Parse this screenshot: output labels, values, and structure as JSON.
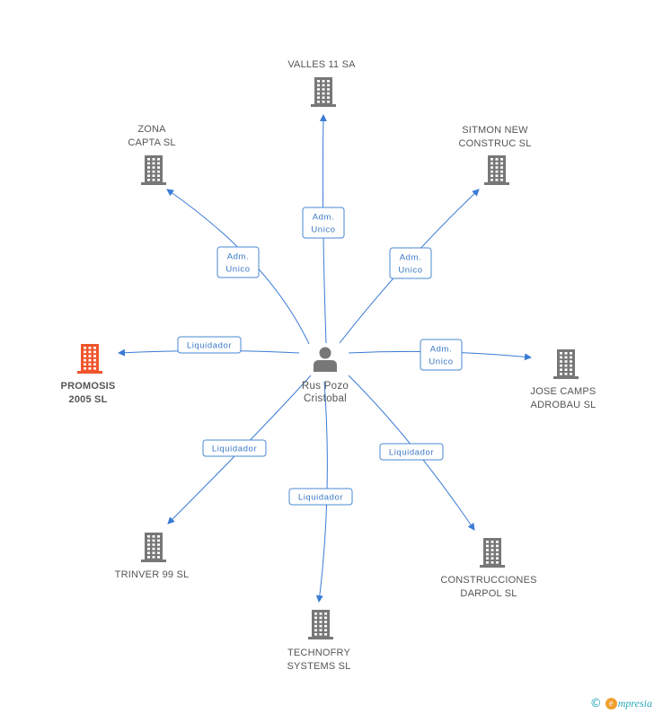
{
  "center": {
    "name_lines": [
      "Rus Pozo",
      "Cristobal"
    ],
    "icon": "person-icon",
    "color": "#777777"
  },
  "nodes": [
    {
      "id": "valles",
      "name_lines": [
        "VALLES 11 SA"
      ],
      "relation": [
        "Adm.",
        "Unico"
      ],
      "highlight": false
    },
    {
      "id": "zona",
      "name_lines": [
        "ZONA",
        "CAPTA SL"
      ],
      "relation": [
        "Adm.",
        "Unico"
      ],
      "highlight": false
    },
    {
      "id": "sitmon",
      "name_lines": [
        "SITMON NEW",
        "CONSTRUC SL"
      ],
      "relation": [
        "Adm.",
        "Unico"
      ],
      "highlight": false
    },
    {
      "id": "promosis",
      "name_lines": [
        "PROMOSIS",
        "2005 SL"
      ],
      "relation": [
        "Liquidador"
      ],
      "highlight": true
    },
    {
      "id": "jose",
      "name_lines": [
        "JOSE CAMPS",
        "ADROBAU SL"
      ],
      "relation": [
        "Adm.",
        "Unico"
      ],
      "highlight": false
    },
    {
      "id": "trinver",
      "name_lines": [
        "TRINVER 99 SL"
      ],
      "relation": [
        "Liquidador"
      ],
      "highlight": false
    },
    {
      "id": "technofry",
      "name_lines": [
        "TECHNOFRY",
        "SYSTEMS SL"
      ],
      "relation": [
        "Liquidador"
      ],
      "highlight": false
    },
    {
      "id": "construcciones",
      "name_lines": [
        "CONSTRUCCIONES",
        "DARPOL SL"
      ],
      "relation": [
        "Liquidador"
      ],
      "highlight": false
    }
  ],
  "colors": {
    "company": "#777777",
    "highlight": "#f0552b",
    "edge": "#3a7bd5",
    "label_border": "#4a88d0",
    "label_text": "#3a78c3"
  },
  "footer": {
    "copyright": "©",
    "brand_initial": "e",
    "brand_rest": "mpresia"
  }
}
